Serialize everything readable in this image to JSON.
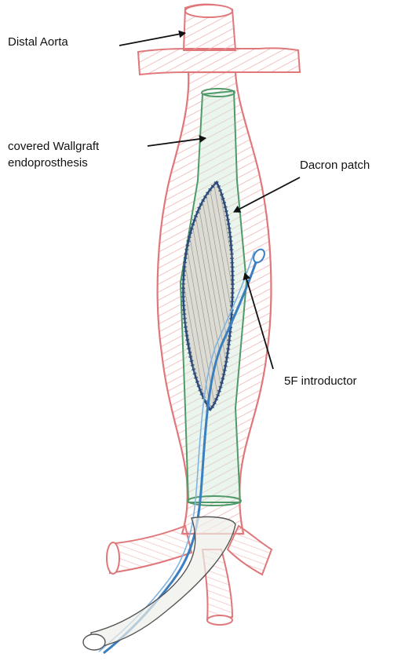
{
  "labels": {
    "distal_aorta": "Distal Aorta",
    "wallgraft_line1": "covered Wallgraft",
    "wallgraft_line2": "endoprosthesis",
    "dacron_patch": "Dacron patch",
    "introductor": "5F introductor"
  },
  "colors": {
    "vessel_outline": "#e0777a",
    "vessel_hatch": "#f2b3b3",
    "graft": "#4f9a68",
    "graft_fill": "#cfe9d6",
    "patch": "#6b6b6b",
    "patch_fill": "#dcdcd4",
    "introducer": "#3a7fbf",
    "suture": "#2a4a7a",
    "arrow": "#111111"
  }
}
